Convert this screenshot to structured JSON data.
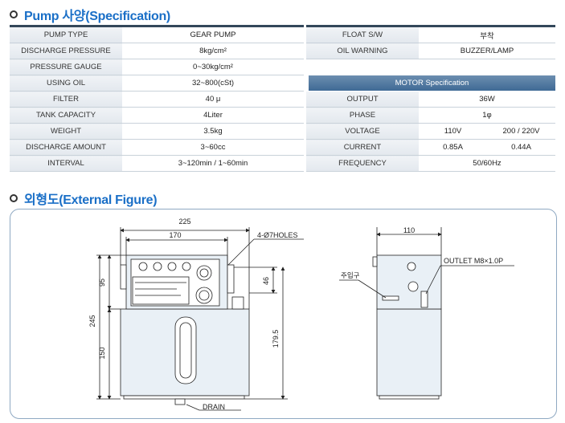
{
  "sections": {
    "spec_title": "Pump 사양(Specification)",
    "figure_title": "외형도(External Figure)"
  },
  "left_table": [
    {
      "label": "PUMP TYPE",
      "value": "GEAR PUMP"
    },
    {
      "label": "DISCHARGE PRESSURE",
      "value": "8kg/cm²"
    },
    {
      "label": "PRESSURE GAUGE",
      "value": "0~30kg/cm²"
    },
    {
      "label": "USING OIL",
      "value": "32~800(cSt)"
    },
    {
      "label": "FILTER",
      "value": "40 μ"
    },
    {
      "label": "TANK CAPACITY",
      "value": "4Liter"
    },
    {
      "label": "WEIGHT",
      "value": "3.5kg"
    },
    {
      "label": "DISCHARGE AMOUNT",
      "value": "3~60cc"
    },
    {
      "label": "INTERVAL",
      "value": "3~120min / 1~60min"
    }
  ],
  "right_top": [
    {
      "label": "FLOAT S/W",
      "value": "부착"
    },
    {
      "label": "OIL WARNING",
      "value": "BUZZER/LAMP"
    }
  ],
  "motor": {
    "header": "MOTOR Specification",
    "output": {
      "label": "OUTPUT",
      "value": "36W"
    },
    "phase": {
      "label": "PHASE",
      "value": "1φ"
    },
    "voltage": {
      "label": "VOLTAGE",
      "v1": "110V",
      "v2": "200 / 220V"
    },
    "current": {
      "label": "CURRENT",
      "v1": "0.85A",
      "v2": "0.44A"
    },
    "frequency": {
      "label": "FREQUENCY",
      "value": "50/60Hz"
    }
  },
  "figure": {
    "dim_225": "225",
    "dim_170": "170",
    "holes": "4-Ø7HOLES",
    "dim_95": "95",
    "dim_46": "46",
    "dim_245": "245",
    "dim_150": "150",
    "dim_1795": "179.5",
    "drain": "DRAIN",
    "dim_110": "110",
    "inlet": "주입구",
    "outlet": "OUTLET M8×1.0P"
  }
}
